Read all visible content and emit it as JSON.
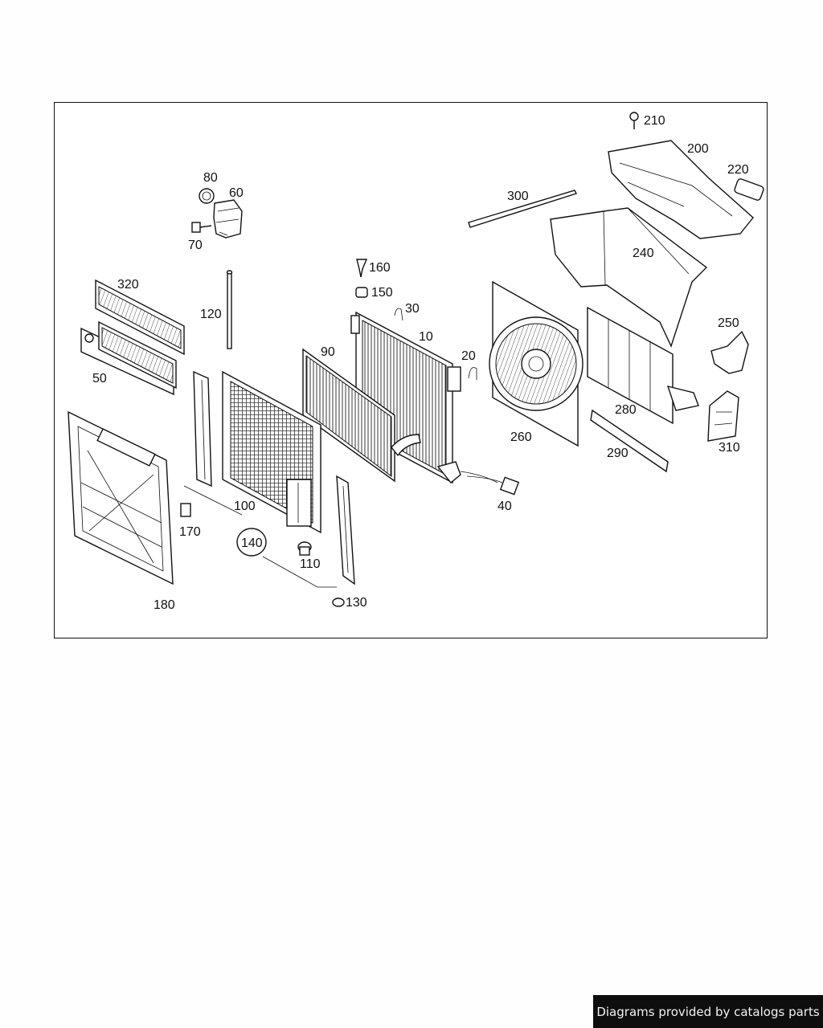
{
  "diagram": {
    "callouts": {
      "c10": "10",
      "c20": "20",
      "c30": "30",
      "c40": "40",
      "c50": "50",
      "c60": "60",
      "c70": "70",
      "c80": "80",
      "c90": "90",
      "c100": "100",
      "c110": "110",
      "c120": "120",
      "c130": "130",
      "c140": "140",
      "c150": "150",
      "c160": "160",
      "c170": "170",
      "c180": "180",
      "c200": "200",
      "c210": "210",
      "c220": "220",
      "c240": "240",
      "c250": "250",
      "c260": "260",
      "c280": "280",
      "c290": "290",
      "c300": "300",
      "c310": "310",
      "c320": "320"
    }
  },
  "footer": {
    "credit": "Diagrams provided by catalogs parts"
  }
}
